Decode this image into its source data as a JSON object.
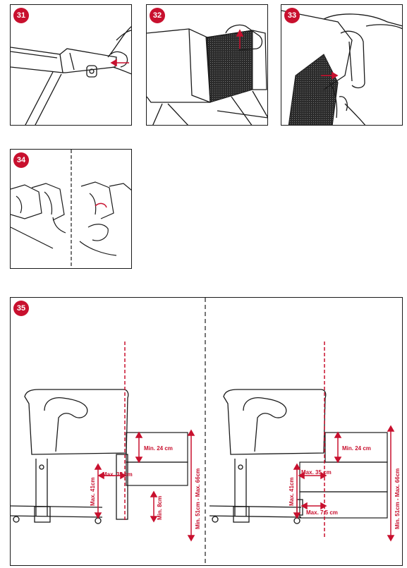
{
  "steps": [
    "31",
    "32",
    "33",
    "34",
    "35"
  ],
  "diagram35": {
    "left": {
      "min_height": "Min. 24 cm",
      "max_gap": "Max. 35 cm",
      "max_leg": "Max. 41cm",
      "min_clear": "Min. 8cm",
      "range": "Min. 51cm - Max. 66cm"
    },
    "right": {
      "min_height": "Min. 24 cm",
      "max_gap": "Max. 35 cm",
      "max_leg": "Max. 41cm",
      "max_small": "Max. 7,5 cm",
      "range": "Min. 51cm - Max. 66cm"
    }
  },
  "colors": {
    "accent": "#c8102e",
    "line": "#1a1a1a",
    "mesh": "#2b2b2b"
  }
}
